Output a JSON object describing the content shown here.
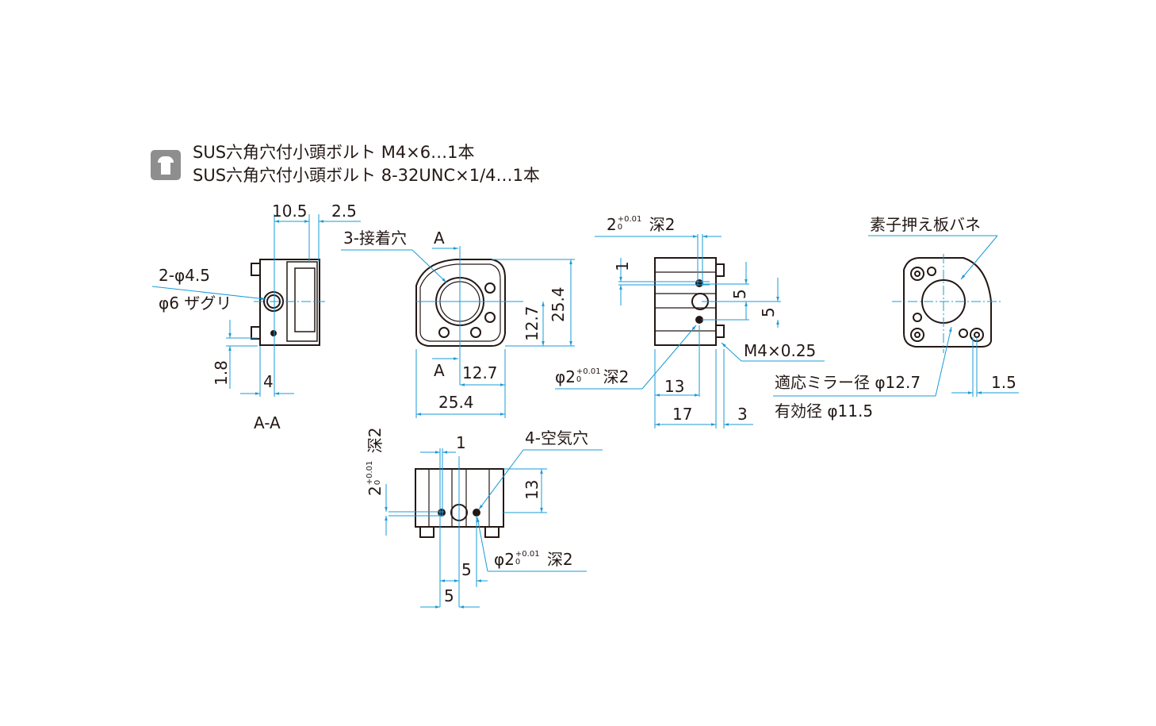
{
  "header": {
    "icon": "bolt-icon",
    "lines": [
      "SUS六角穴付小頭ボルト M4×6…1本",
      "SUS六角穴付小頭ボルト 8-32UNC×1/4…1本"
    ]
  },
  "section_view": {
    "dim_10_5": "10.5",
    "dim_2_5": "2.5",
    "hole_label": "2-φ4.5",
    "counterbore_label": "φ6 ザグリ",
    "dim_1_8": "1.8",
    "dim_4": "4",
    "title": "A-A"
  },
  "front_view": {
    "adhesive_label": "3-接着穴",
    "section_mark_top": "A",
    "section_mark_bottom": "A",
    "dim_12_7_h": "12.7",
    "dim_25_4_h": "25.4",
    "dim_12_7_v": "12.7",
    "dim_25_4_v": "25.4"
  },
  "side_view": {
    "top_hole": {
      "base": "2",
      "upper": "+0.01",
      "lower": "0",
      "suffix": "深2"
    },
    "dim_1": "1",
    "dim_5a": "5",
    "dim_5b": "5",
    "thread_label": "M4×0.25",
    "side_hole": {
      "base": "φ2",
      "upper": "+0.01",
      "lower": "0",
      "suffix": "深2"
    },
    "dim_13": "13",
    "dim_17": "17",
    "dim_3": "3"
  },
  "rear_view": {
    "spring_label": "素子押え板バネ",
    "mirror_label": "適応ミラー径 φ12.7",
    "aperture_label": "有効径 φ11.5",
    "dim_1_5": "1.5"
  },
  "bottom_view": {
    "left_hole": {
      "base": "2",
      "upper": "+0.01",
      "lower": "0",
      "suffix": "深2"
    },
    "dim_1": "1",
    "air_holes_label": "4-空気穴",
    "dim_13": "13",
    "right_hole": {
      "base": "φ2",
      "upper": "+0.01",
      "lower": "0",
      "suffix": "深2"
    },
    "dim_5a": "5",
    "dim_5b": "5"
  },
  "colors": {
    "dimension": "#1a9bd7",
    "outline": "#231815",
    "icon": "#8e8e8e"
  }
}
